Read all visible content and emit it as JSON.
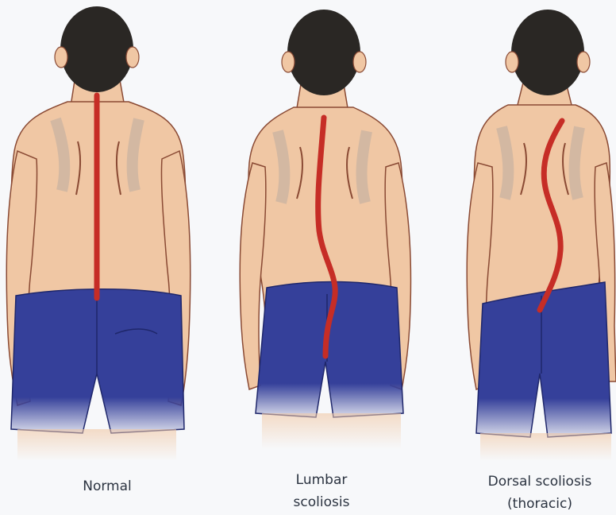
{
  "figures": [
    {
      "caption_lines": [
        "Normal"
      ],
      "spine": "straight"
    },
    {
      "caption_lines": [
        "Lumbar",
        "scoliosis"
      ],
      "spine": "lumbar-curve"
    },
    {
      "caption_lines": [
        "Dorsal scoliosis",
        "(thoracic)"
      ],
      "spine": "thoracic-curve"
    }
  ],
  "colors": {
    "skin": "#f0c7a4",
    "skin_shadow": "#d9a583",
    "hair": "#2a2724",
    "shorts": "#35409a",
    "spine": "#c62d26",
    "outline": "#8a4a34",
    "background": "#f7f8fa"
  }
}
